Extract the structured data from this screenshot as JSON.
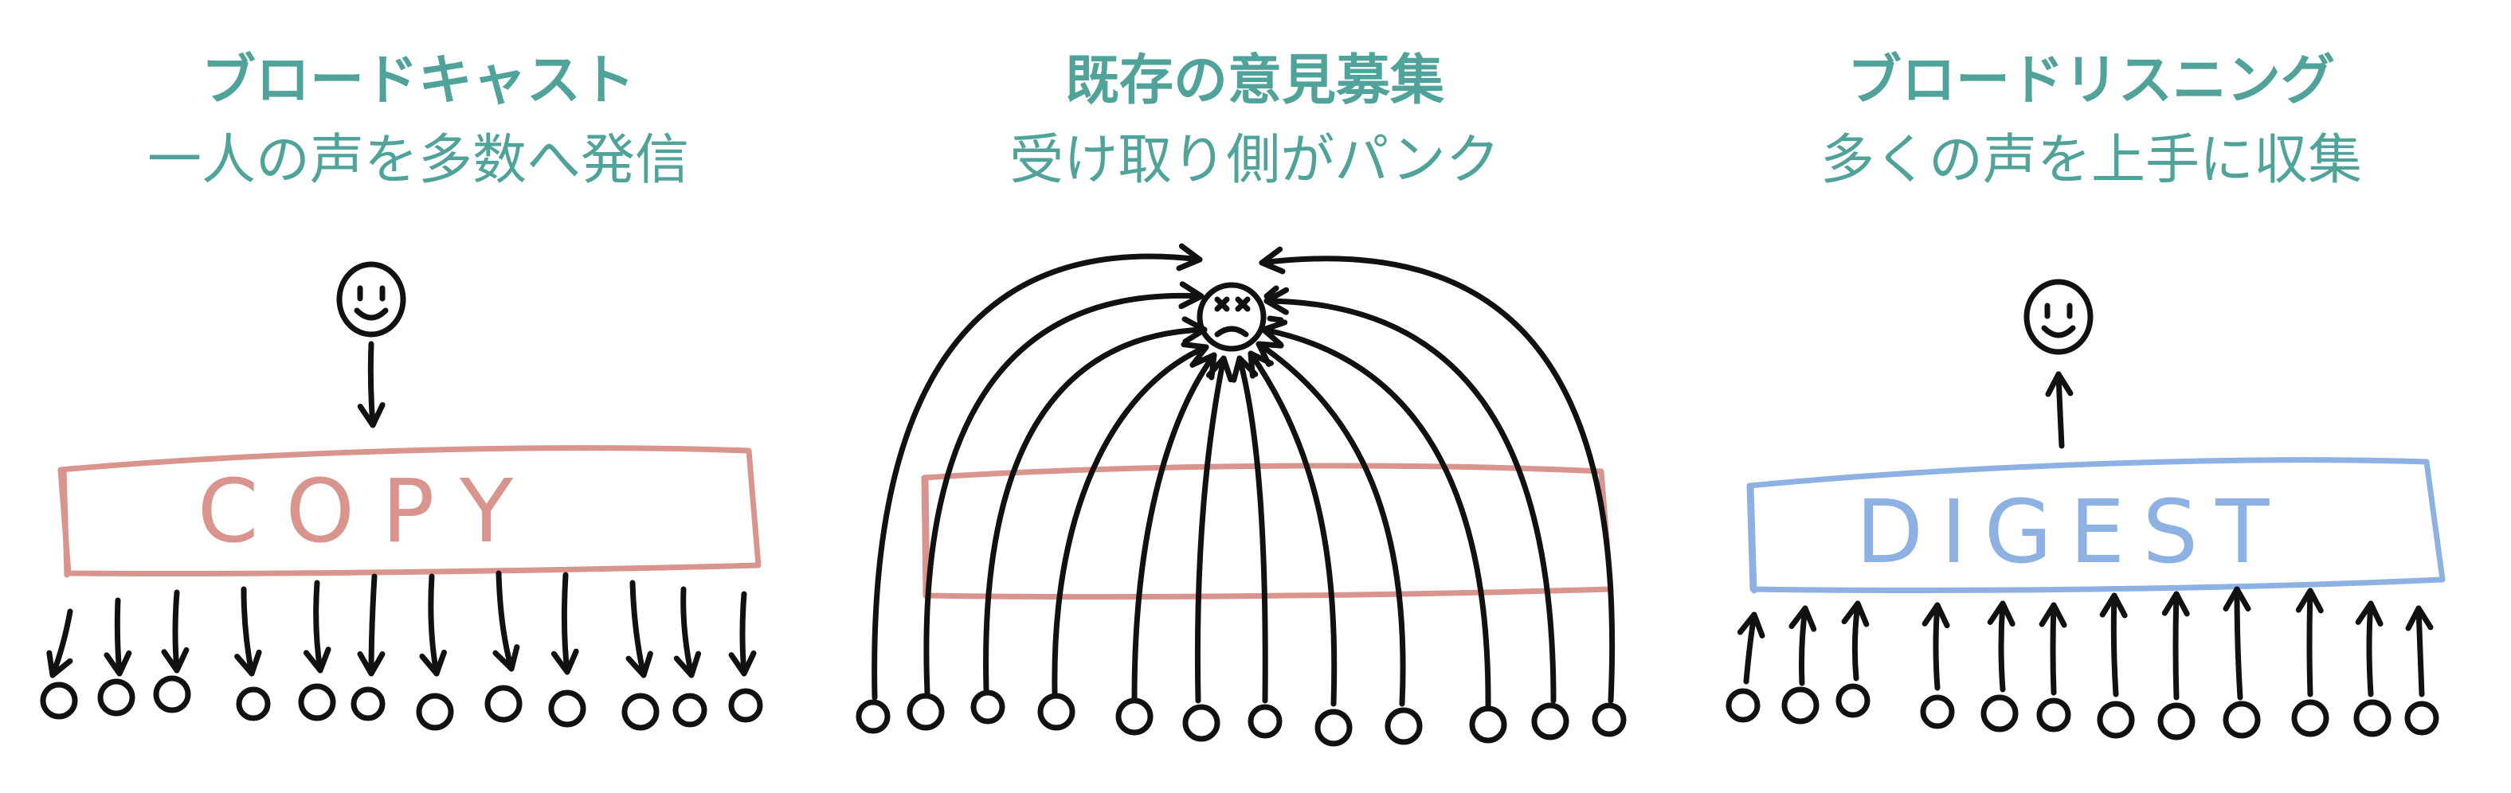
{
  "colors": {
    "title": "#4fa39a",
    "ink": "#111111",
    "copy_box": "#d9958d",
    "digest_box": "#8eb1e4"
  },
  "panels": [
    {
      "title": "ブロードキャスト",
      "subtitle": "一人の声を多数へ発信",
      "box_label": "COPY",
      "arrow_direction": "down",
      "top_face": "smiley-face-icon"
    },
    {
      "title": "既存の意見募集",
      "subtitle": "受け取り側がパンク",
      "arrow_direction": "up",
      "top_face": "dizzy-face-icon"
    },
    {
      "title": "ブロードリスニング",
      "subtitle": "多くの声を上手に収集",
      "box_label": "DIGEST",
      "arrow_direction": "up",
      "top_face": "smiley-face-icon"
    }
  ]
}
